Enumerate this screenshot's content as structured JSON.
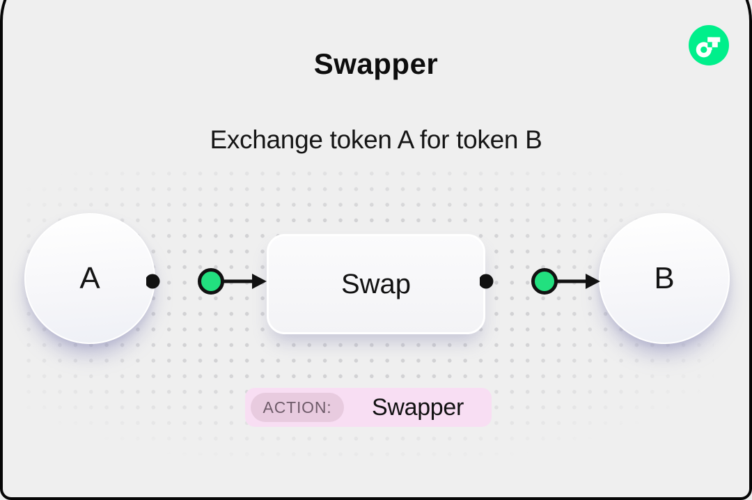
{
  "header": {
    "title": "Swapper",
    "subtitle": "Exchange token A for token B"
  },
  "logo": {
    "name": "flow-logo",
    "brand_green": "#00EF8B"
  },
  "diagram": {
    "node_a": {
      "label": "A"
    },
    "swap_box": {
      "label": "Swap"
    },
    "node_b": {
      "label": "B"
    },
    "connector_dot_color": "#111111",
    "connector_green": "#22E07F"
  },
  "action_badge": {
    "label": "ACTION:",
    "value": "Swapper",
    "bg_color": "#F8DEF3",
    "label_bg_color": "#E8CBDF",
    "label_text_color": "#6E5B69"
  }
}
